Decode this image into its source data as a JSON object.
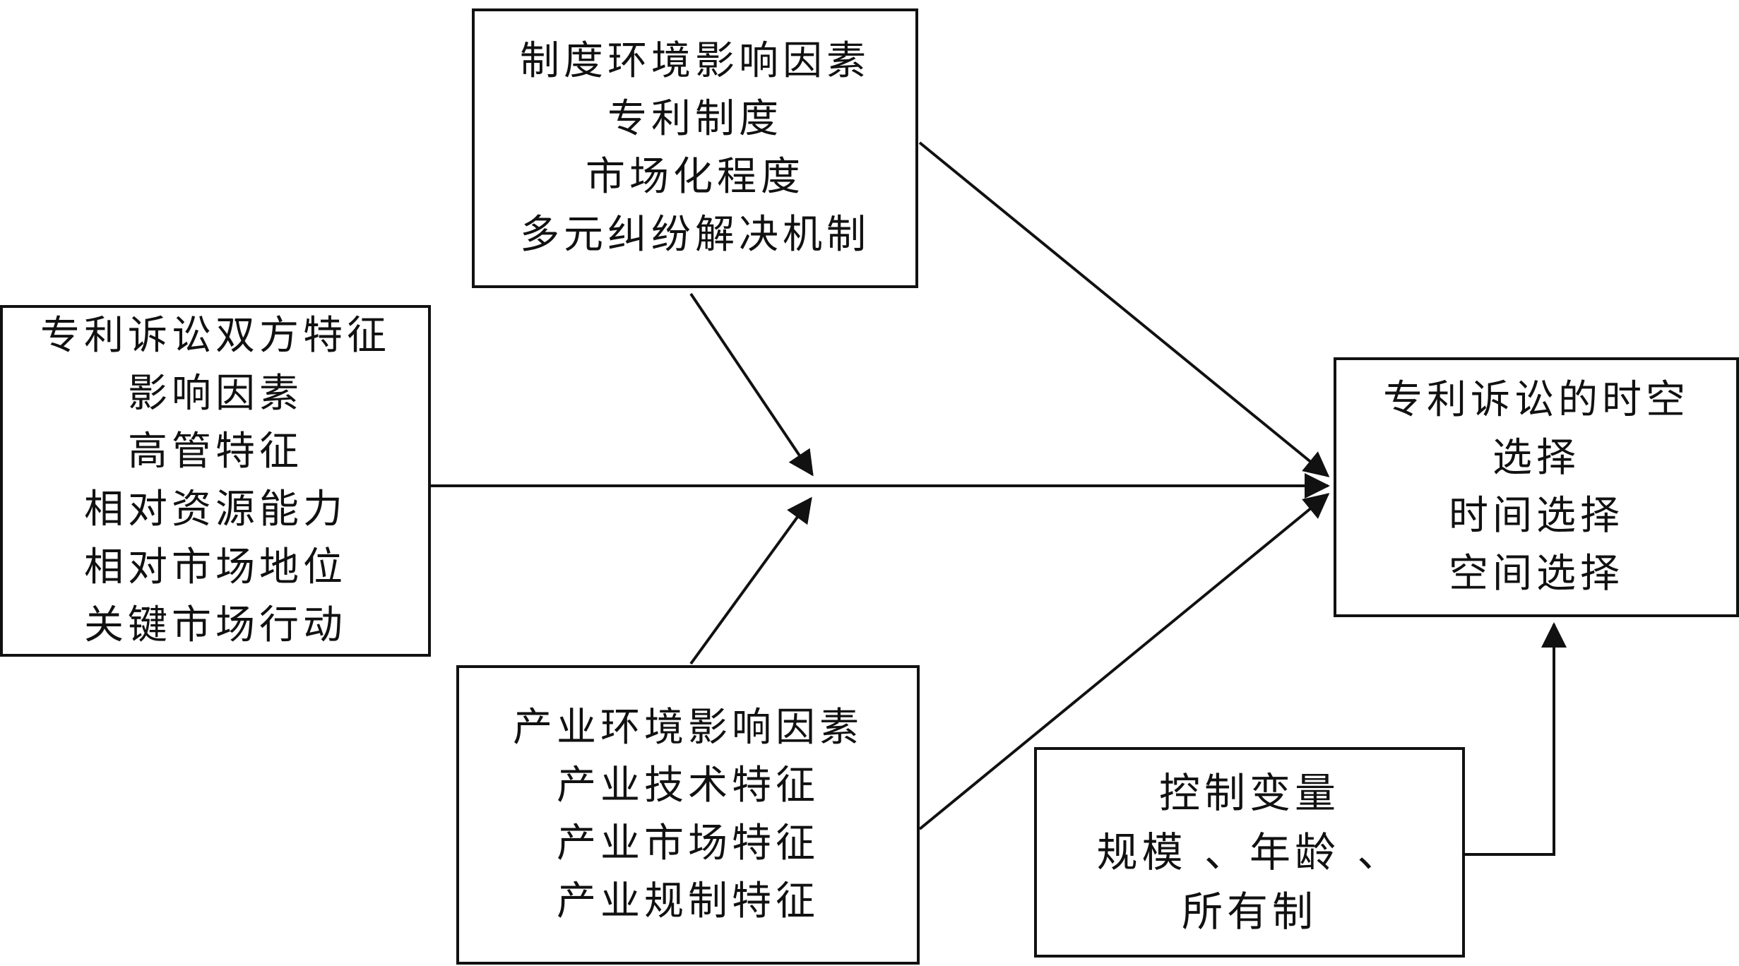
{
  "institutional": {
    "title": "制度环境影响因素",
    "items": [
      "专利制度",
      "市场化程度",
      "多元纠纷解决机制"
    ]
  },
  "litigants": {
    "title": "专利诉讼双方特征",
    "title_line2": "影响因素",
    "items": [
      "高管特征",
      "相对资源能力",
      "相对市场地位",
      "关键市场行动"
    ]
  },
  "industry": {
    "title": "产业环境影响因素",
    "items": [
      "产业技术特征",
      "产业市场特征",
      "产业规制特征"
    ]
  },
  "control": {
    "title": "控制变量",
    "line2": "规模 、年龄 、",
    "line3": "所有制"
  },
  "outcome": {
    "title": "专利诉讼的时空",
    "title_line2": "选择",
    "items": [
      "时间选择",
      "空间选择"
    ]
  },
  "colors": {
    "stroke": "#111111",
    "background": "#ffffff"
  }
}
